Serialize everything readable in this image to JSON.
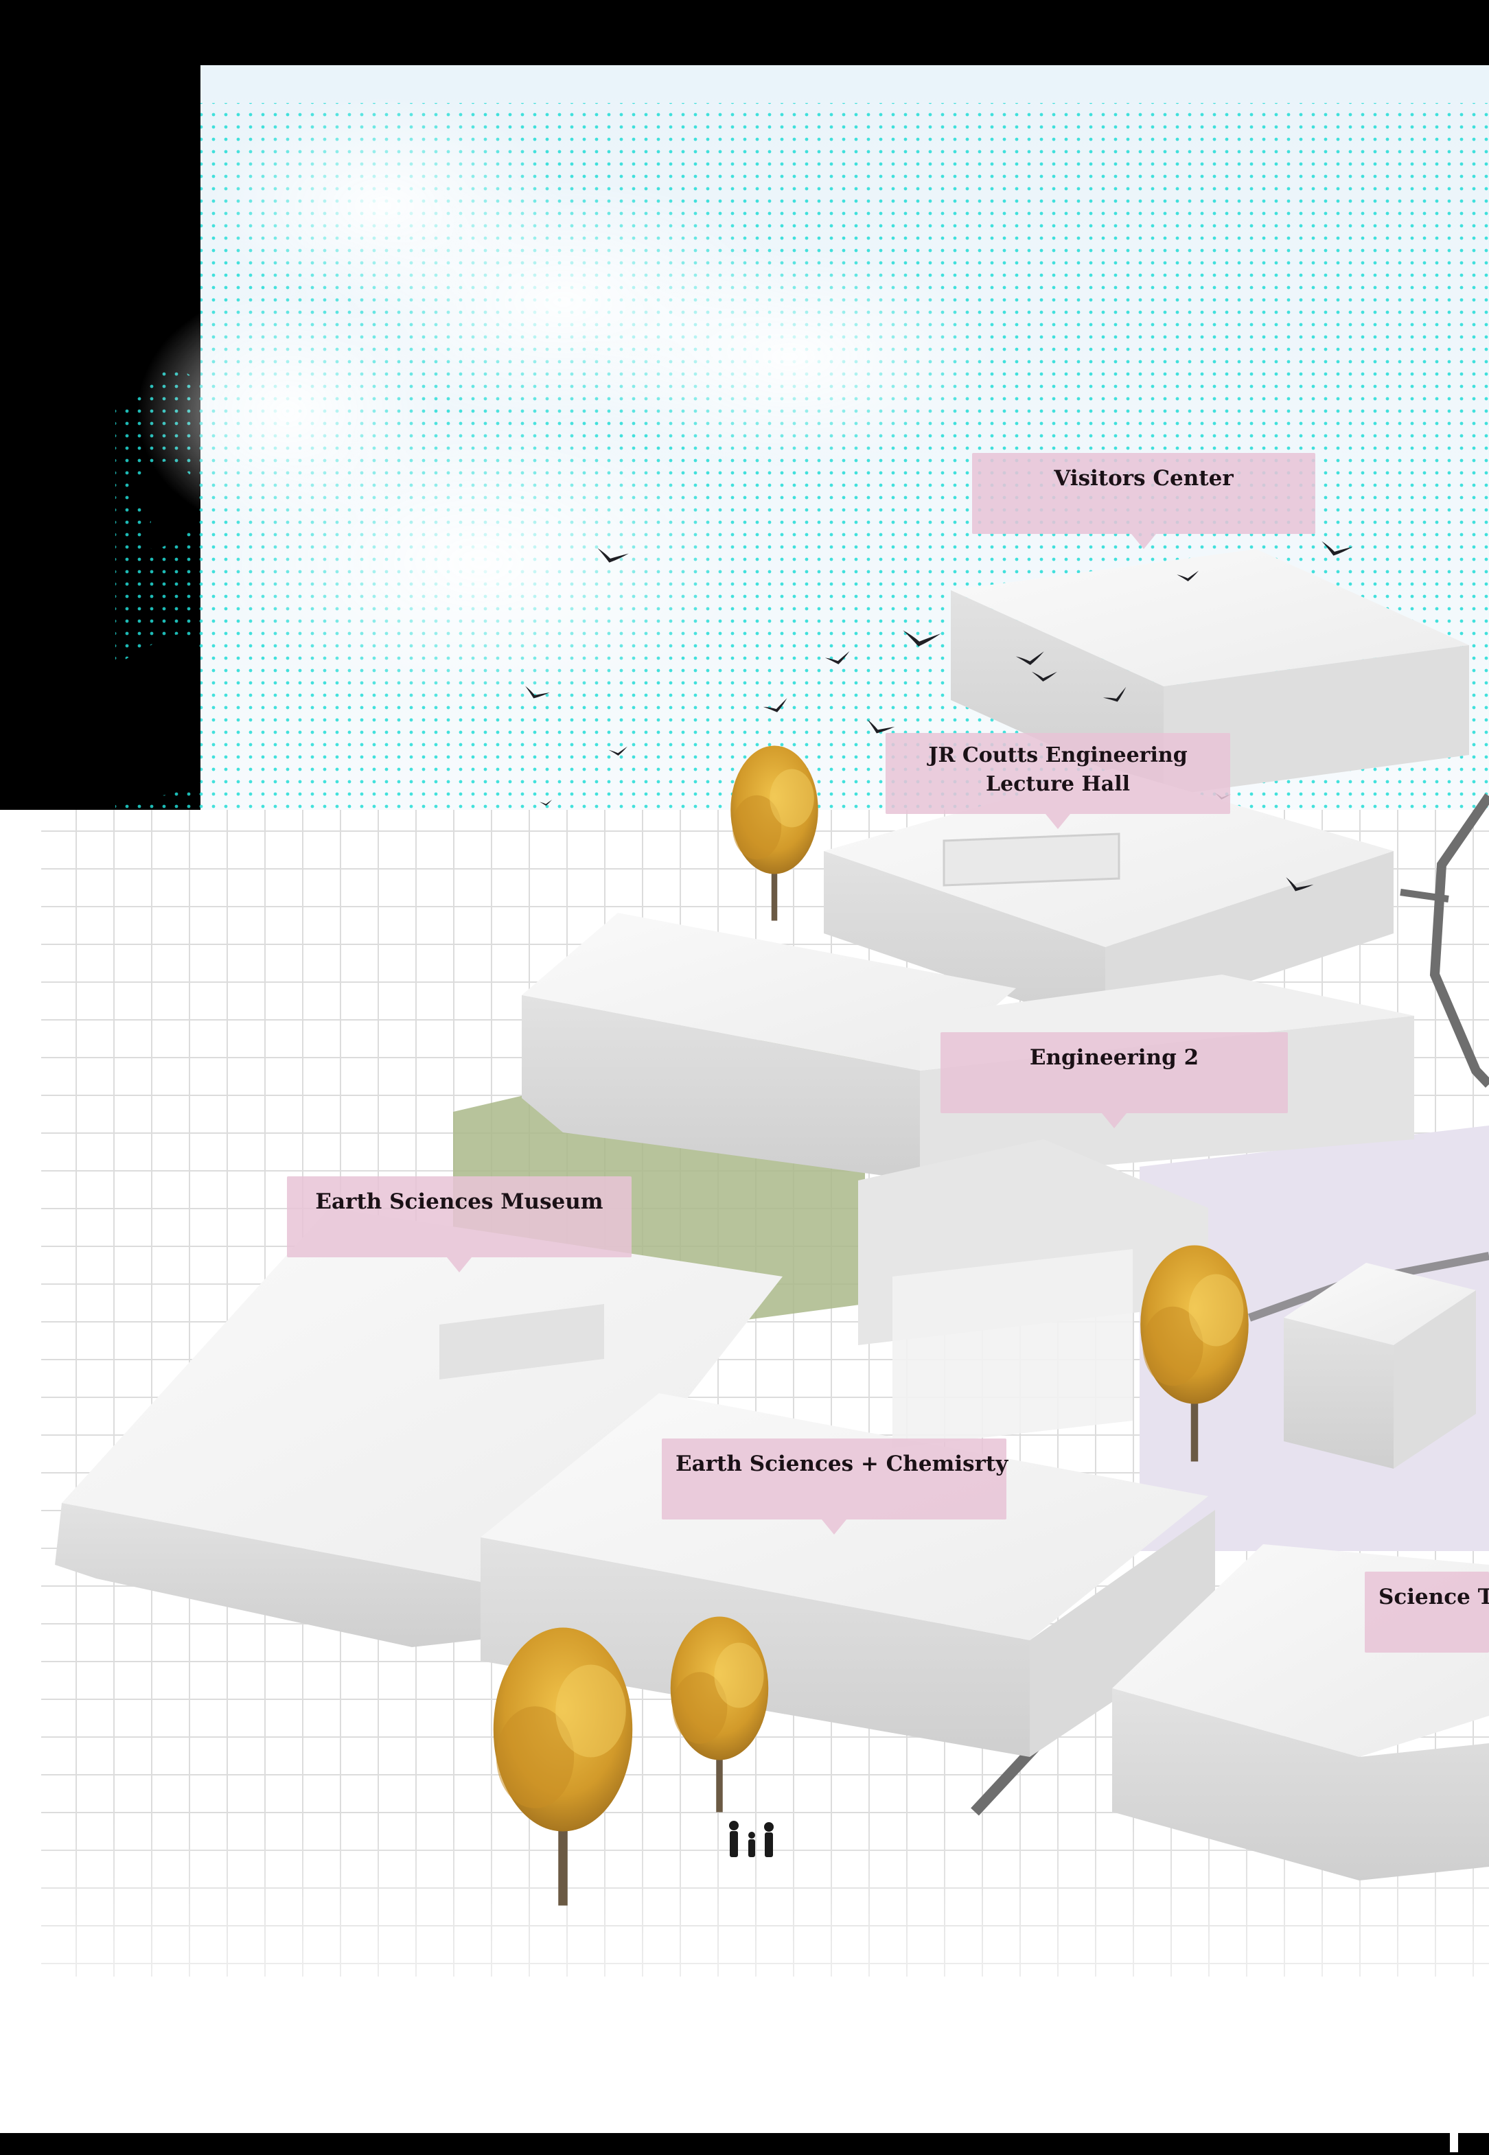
{
  "labels": {
    "visitors_center": "Visitors Center",
    "coutts_line1": "JR Coutts Engineering",
    "coutts_line2": "Lecture Hall",
    "engineering_2": "Engineering 2",
    "earth_sciences_museum": "Earth Sciences Museum",
    "earth_sciences_chem": "Earth Sciences + Chemisrty",
    "science_t": "Science T"
  },
  "colors": {
    "background_black": "#000000",
    "sky_light": "#eef6fb",
    "dot_accent": "#22dcd6",
    "grid_line": "#dcdcdc",
    "building_white": "#f1f1f1",
    "building_shade": "#d8d8d8",
    "label_pink": "#e8c4d6",
    "lawn_green": "#aab98a",
    "plaza_lilac": "#e7e2ef",
    "tree_gold": "#d8a22e",
    "path_grey": "#6e6e6e"
  },
  "icons": [
    "bird-icon",
    "tree-icon",
    "people-silhouette-icon",
    "ink-splash-icon",
    "cloud-icon"
  ]
}
